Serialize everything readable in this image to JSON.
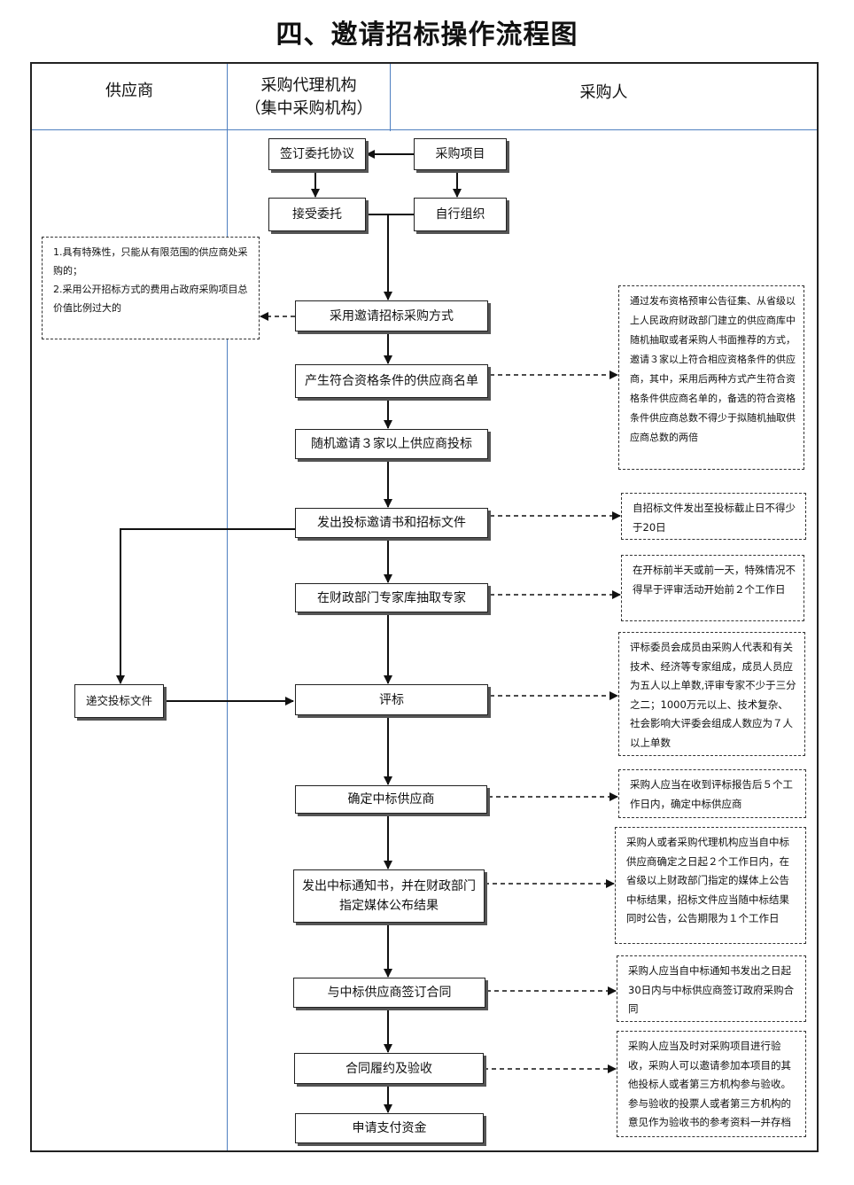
{
  "title": "四、邀请招标操作流程图",
  "lanes": {
    "supplier": "供应商",
    "agency_line1": "采购代理机构",
    "agency_line2": "（集中采购机构）",
    "purchaser": "采购人"
  },
  "boxes": {
    "sign_agreement": "签订委托协议",
    "project": "采购项目",
    "accept": "接受委托",
    "self_org": "自行组织",
    "adopt_method": "采用邀请招标采购方式",
    "qualified_list": "产生符合资格条件的供应商名单",
    "random_invite": "随机邀请３家以上供应商投标",
    "issue_docs": "发出投标邀请书和招标文件",
    "experts": "在财政部门专家库抽取专家",
    "submit_bid": "递交投标文件",
    "evaluate": "评标",
    "confirm_winner": "确定中标供应商",
    "notice_line1": "发出中标通知书，并在财政部门",
    "notice_line2": "指定媒体公布结果",
    "contract": "与中标供应商签订合同",
    "acceptance": "合同履约及验收",
    "payment": "申请支付资金"
  },
  "notes": {
    "conditions": "1.具有特殊性，只能从有限范围的供应商处采购的；\n2.采用公开招标方式的费用占政府采购项目总价值比例过大的",
    "qualified": "通过发布资格预审公告征集、从省级以上人民政府财政部门建立的供应商库中随机抽取或者采购人书面推荐的方式，邀请３家以上符合相应资格条件的供应商，其中，采用后两种方式产生符合资格条件供应商名单的，备选的符合资格条件供应商总数不得少于拟随机抽取供应商总数的两倍",
    "deadline": "自招标文件发出至投标截止日不得少于20日",
    "experts": "在开标前半天或前一天，特殊情况不得早于评审活动开始前２个工作日",
    "committee": "评标委员会成员由采购人代表和有关技术、经济等专家组成，成员人员应为五人以上单数,评审专家不少于三分之二；1000万元以上、技术复杂、社会影响大评委会组成人数应为７人以上单数",
    "confirm": "采购人应当在收到评标报告后５个工作日内，确定中标供应商",
    "announce": "采购人或者采购代理机构应当自中标供应商确定之日起２个工作日内，在省级以上财政部门指定的媒体上公告中标结果，招标文件应当随中标结果同时公告，公告期限为１个工作日",
    "contract": "采购人应当自中标通知书发出之日起30日内与中标供应商签订政府采购合同",
    "acceptance": "采购人应当及时对采购项目进行验收，采购人可以邀请参加本项目的其他投标人或者第三方机构参与验收。参与验收的投票人或者第三方机构的意见作为验收书的参考资料一并存档"
  }
}
